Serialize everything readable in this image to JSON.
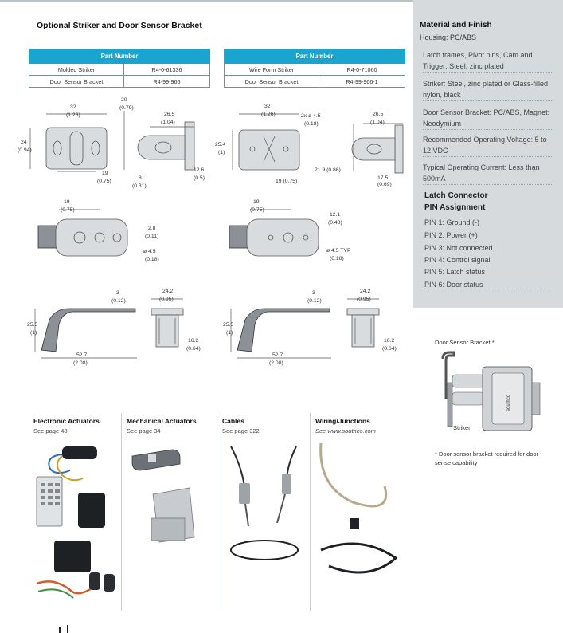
{
  "section_title": "Optional Striker and Door Sensor Bracket",
  "table_left": {
    "header": "Part Number",
    "rows": [
      {
        "name": "Molded Striker",
        "part": "R4-0-61336"
      },
      {
        "name": "Door Sensor Bracket",
        "part": "R4-99-966"
      }
    ]
  },
  "table_right": {
    "header": "Part Number",
    "rows": [
      {
        "name": "Wire Form Striker",
        "part": "R4-0-71060"
      },
      {
        "name": "Door Sensor Bracket",
        "part": "R4-99-966-1"
      }
    ]
  },
  "drawings": {
    "d1": {
      "w": "32",
      "w_in": "(1.26)",
      "h": "24",
      "h_in": "(0.94)",
      "b": "19",
      "b_in": "(0.75)"
    },
    "d2": {
      "t": "20",
      "t_in": "(0.79)",
      "w": "26.5",
      "w_in": "(1.04)",
      "b": "8",
      "b_in": "(0.31)",
      "r": "12.6",
      "r_in": "(0.5)"
    },
    "d3": {
      "w": "32",
      "w_in": "(1.26)",
      "hole": "2x ø 4.5",
      "hole_in": "(0.18)",
      "h": "25.4",
      "h_in": "(1)",
      "b": "19 (0.75)"
    },
    "d4": {
      "w": "26.5",
      "w_in": "(1.04)",
      "h": "21.9 (0.86)",
      "b": "17.5",
      "b_in": "(0.69)"
    },
    "d5": {
      "w": "19",
      "w_in": "(0.75)",
      "s": "2.8",
      "s_in": "(0.11)",
      "d": "ø 4.5",
      "d_in": "(0.18)"
    },
    "d6": {
      "w": "19",
      "w_in": "(0.75)",
      "s": "12.1",
      "s_in": "(0.48)",
      "d": "ø 4.5 TYP",
      "d_in": "(0.18)"
    },
    "d7": {
      "t": "3",
      "t_in": "(0.12)",
      "h": "25.5",
      "h_in": "(1)",
      "l": "52.7",
      "l_in": "(2.08)"
    },
    "d8": {
      "w": "24.2",
      "w_in": "(0.95)",
      "h": "16.2",
      "h_in": "(0.64)"
    },
    "d9": {
      "t": "3",
      "t_in": "(0.12)",
      "h": "25.5",
      "h_in": "(1)",
      "l": "52.7",
      "l_in": "(2.08)"
    },
    "d10": {
      "w": "24.2",
      "w_in": "(0.95)",
      "h": "16.2",
      "h_in": "(0.64)"
    }
  },
  "panel": {
    "title": "Material and Finish",
    "subtitle": "Housing: PC/ABS",
    "specs": [
      "Latch frames, Pivot pins, Cam and Trigger: Steel, zinc plated",
      "Striker: Steel, zinc plated or Glass-filled nylon, black",
      "Door Sensor Bracket: PC/ABS, Magnet: Neodymium",
      "Recommended Operating Voltage: 5 to 12 VDC",
      "Typical Operating Current: Less than 500mA"
    ],
    "latch_title_1": "Latch Connector",
    "latch_title_2": "PIN Assignment",
    "pins": [
      "PIN 1: Ground (-)",
      "PIN 2: Power (+)",
      "PIN 3: Not connected",
      "PIN 4: Control signal",
      "PIN 5: Latch status",
      "PIN 6: Door status"
    ]
  },
  "illustration": {
    "bracket_label": "Door Sensor Bracket *",
    "striker_label": "Striker",
    "brand": "southco",
    "footnote": "* Door sensor bracket required for door sense capability"
  },
  "accessories": [
    {
      "title": "Electronic Actuators",
      "sub": "See page 48"
    },
    {
      "title": "Mechanical Actuators",
      "sub": "See page 34"
    },
    {
      "title": "Cables",
      "sub": "See page 322"
    },
    {
      "title": "Wiring/Junctions",
      "sub": "See www.southco.com"
    }
  ]
}
